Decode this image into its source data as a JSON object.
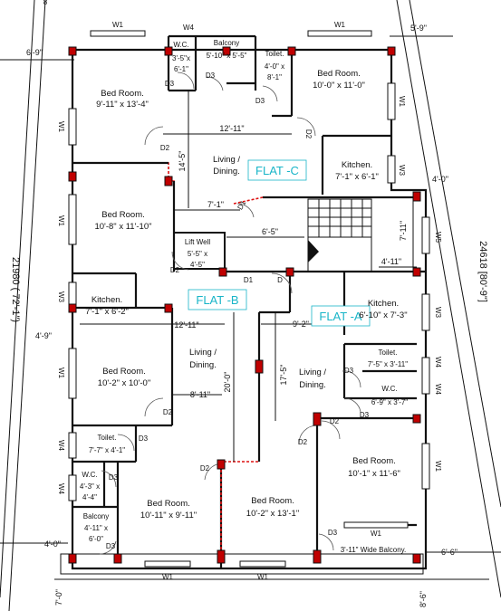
{
  "flats": {
    "c": "FLAT -C",
    "b": "FLAT -B",
    "a": "FLAT -A"
  },
  "rooms": {
    "c_bed1": [
      "Bed Room.",
      "9'-11\" x 13'-4\""
    ],
    "c_wc": [
      "W.C.",
      "3'-5\"x",
      "6'-1\""
    ],
    "c_balcony": [
      "Balcony",
      "5'-10\" x 5'-5\""
    ],
    "c_toilet": [
      "Toilet.",
      "4'-0\" x",
      "8'-1\""
    ],
    "c_bed2": [
      "Bed Room.",
      "10'-0\" x 11'-0\""
    ],
    "c_living": [
      "Living /",
      "Dining."
    ],
    "c_kitchen": [
      "Kitchen.",
      "7'-1\" x 6'-1\""
    ],
    "b_bed1": [
      "Bed Room.",
      "10'-8\" x 11'-10\""
    ],
    "lift": [
      "Lift Well",
      "5'-5\" x",
      "4'-5\""
    ],
    "b_kitchen": [
      "Kitchen.",
      "7'-1\" x 6'-2\""
    ],
    "b_living": [
      "Living /",
      "Dining."
    ],
    "b_bed2": [
      "Bed Room.",
      "10'-2\" x 10'-0\""
    ],
    "b_toilet": [
      "Toilet.",
      "7'-7\" x 4'-1\""
    ],
    "b_wc": [
      "W.C.",
      "4'-3\" x",
      "4'-4\""
    ],
    "b_balcony": [
      "Balcony",
      "4'-11\" x",
      "6'-0\""
    ],
    "b_bed3": [
      "Bed Room.",
      "10'-11\" x 9'-11\""
    ],
    "a_bed_mid": [
      "Bed Room.",
      "10'-2\" x 13'-1\""
    ],
    "a_kitchen": [
      "Kitchen.",
      "6'-10\" x 7'-3\""
    ],
    "a_living": [
      "Living /",
      "Dining."
    ],
    "a_toilet": [
      "Toilet.",
      "7'-5\" x 3'-11\""
    ],
    "a_wc": [
      "W.C.",
      "6'-9\" x 3'-7\""
    ],
    "a_bed": [
      "Bed Room.",
      "10'-1\" x 11'-6\""
    ],
    "a_balcony": "3'-11\"  Wide Balcony."
  },
  "dims": {
    "top_left": "6'-9\"",
    "top_right": "5'-9\"",
    "right_upper": "4'-0\"",
    "left_mid": "4'-9\"",
    "bottom_left": "4'-0\"",
    "bottom_right": "6'-6\"",
    "bottom_left_vert": "7'-0\"",
    "bottom_right_vert": "8'-6\"",
    "c_living_w": "12'-11\"",
    "c_living_h": "14'-5\"",
    "lobby_w": "7'-1\"",
    "stair_w": "6'-5\"",
    "stair_h": "7'-11\"",
    "stair_land": "4'-11\"",
    "b_living_w": "12'-11\"",
    "b_living_w2": "8'-11\"",
    "b_living_h": "20'-0\"",
    "a_living_w": "9'-2\"",
    "a_living_h": "17'-5\"",
    "left_total": "21980 ( 72'-1\")",
    "right_total": "24618 [80'-9\"]"
  },
  "tags": {
    "w1": "W1",
    "w3": "W3",
    "w4": "W4",
    "w5": "W5",
    "d1": "D1",
    "d2": "D2",
    "d3": "D3",
    "d": "D",
    "n8": "8"
  }
}
